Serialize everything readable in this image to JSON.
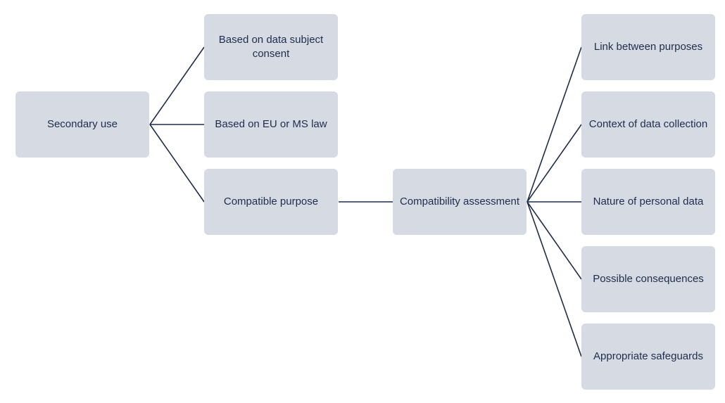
{
  "nodes": {
    "secondary_use": "Secondary use",
    "consent": "Based on data subject consent",
    "law": "Based on EU or MS law",
    "compatible_purpose": "Compatible purpose",
    "assessment": "Compatibility assessment",
    "criteria": [
      "Link between purposes",
      "Context of data collection",
      "Nature of personal data",
      "Possible consequences",
      "Appropriate safeguards"
    ]
  },
  "colors": {
    "node_fill": "#d5dae3",
    "text": "#1f2d4d",
    "connector": "#1f2d4d"
  }
}
